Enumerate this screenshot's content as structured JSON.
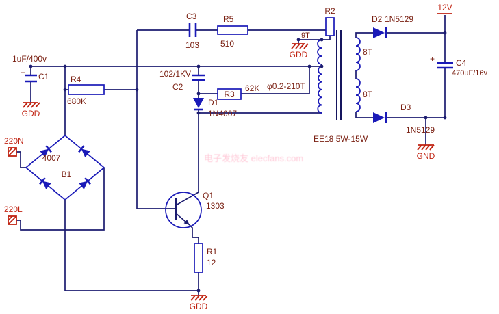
{
  "colors": {
    "wire": "#1c1c70",
    "component": "#1a1ab8",
    "label": "#7a2012",
    "net_red": "#c02312",
    "watermark_pink": "#ff9ab5",
    "background": "#ffffff"
  },
  "components": {
    "c1": {
      "ref": "C1",
      "value": "1uF/400v",
      "polarity": "+"
    },
    "c2": {
      "ref": "C2",
      "value": "102/1KV"
    },
    "c3": {
      "ref": "C3",
      "value": "103"
    },
    "c4": {
      "ref": "C4",
      "value": "470uF/16v",
      "polarity": "+"
    },
    "r1": {
      "ref": "R1",
      "value": "12"
    },
    "r2": {
      "ref": "R2"
    },
    "r3": {
      "ref": "R3",
      "value": "62K"
    },
    "r4": {
      "ref": "R4",
      "value": "680K"
    },
    "r5": {
      "ref": "R5",
      "value": "510"
    },
    "d1": {
      "ref": "D1",
      "value": "1N4007"
    },
    "d2": {
      "ref": "D2",
      "value": "1N5129"
    },
    "d3": {
      "ref": "D3",
      "value": "1N5129"
    },
    "q1": {
      "ref": "Q1",
      "value": "1303"
    },
    "b1": {
      "ref": "B1",
      "value": "4007"
    }
  },
  "transformer": {
    "aux_winding": "9T",
    "secondary_top": "8T",
    "secondary_bottom": "8T",
    "primary_wire": "φ0.2-210T",
    "core": "EE18 5W-15W"
  },
  "nets": {
    "output_voltage": "12V",
    "output_ground": "GND",
    "primary_ground": "GDD",
    "ac_input_neutral": "220N",
    "ac_input_live": "220L"
  },
  "watermark": "电子发烧友 elecfans.com"
}
